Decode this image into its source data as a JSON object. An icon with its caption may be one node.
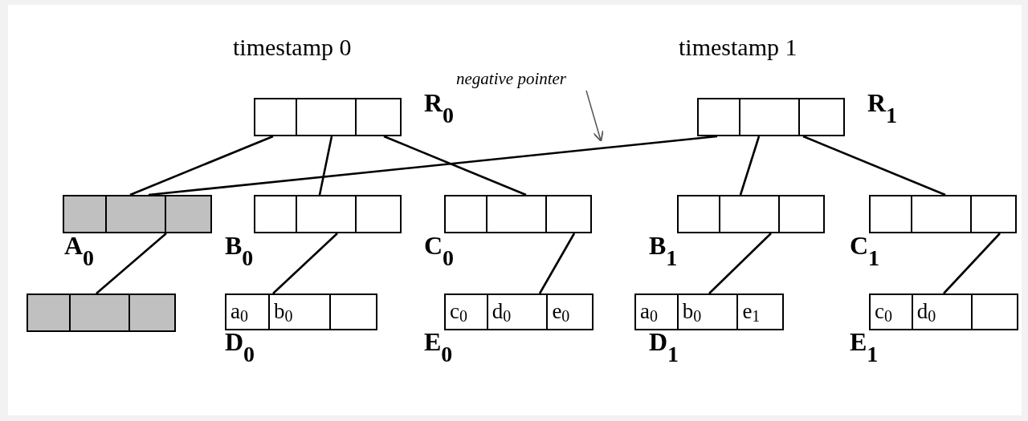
{
  "diagram": {
    "nodes": [
      {
        "text": [],
        "shape": "box",
        "beside": [
          "R$_{0}$"
        ]
      },
      {
        "text": [],
        "shape": "box",
        "beside": [
          "R$_{1}$"
        ]
      },
      {
        "text": [],
        "shape": "box",
        "beside": [
          "A$_{0}$"
        ]
      },
      {
        "text": [],
        "shape": "box",
        "beside": [
          "B$_{0}$"
        ]
      },
      {
        "text": [],
        "shape": "box",
        "beside": [
          "C$_{0}$"
        ]
      },
      {
        "text": [],
        "shape": "box",
        "beside": [
          "B$_{1}$"
        ]
      },
      {
        "text": [],
        "shape": "box",
        "beside": [
          "C$_{1}$"
        ]
      },
      {
        "text": [],
        "shape": "box"
      },
      {
        "text": [
          "a$_{0}$",
          "b$_{0}$"
        ],
        "beside": [
          "D$_{0}$"
        ]
      },
      {
        "text": [
          "c$_{0}$",
          "d$_{0}$",
          "e$_{0}$"
        ],
        "beside": [
          "E$_{0}$"
        ]
      },
      {
        "text": [
          "a$_{0}$",
          "b$_{0}$",
          "e$_{1}$"
        ],
        "beside": [
          "D$_{1}$"
        ]
      },
      {
        "text": [
          "c$_{0}$",
          "d$_{0}$"
        ],
        "beside": [
          "E$_{1}$"
        ]
      },
      {
        "text": [
          "negative pointer"
        ]
      }
    ],
    "edges": [
      {
        "from": 0,
        "to": 2,
        "arrow": "none"
      },
      {
        "from": 0,
        "to": 3,
        "arrow": "none"
      },
      {
        "from": 0,
        "to": 4,
        "arrow": "none"
      },
      {
        "from": 1,
        "to": 2,
        "arrow": "none"
      },
      {
        "from": 1,
        "to": 5,
        "arrow": "none"
      },
      {
        "from": 1,
        "to": 6,
        "arrow": "none"
      },
      {
        "from": 2,
        "to": 7,
        "arrow": "none"
      },
      {
        "from": 3,
        "to": 8,
        "arrow": "none"
      },
      {
        "from": 4,
        "to": 9,
        "arrow": "none"
      },
      {
        "from": 5,
        "to": 10,
        "arrow": "none"
      },
      {
        "from": 6,
        "to": 11,
        "arrow": "none"
      },
      {
        "from": 12,
        "to": null,
        "arrow": "to"
      }
    ],
    "labels": [
      "timestamp 0",
      "timestamp 1"
    ]
  }
}
